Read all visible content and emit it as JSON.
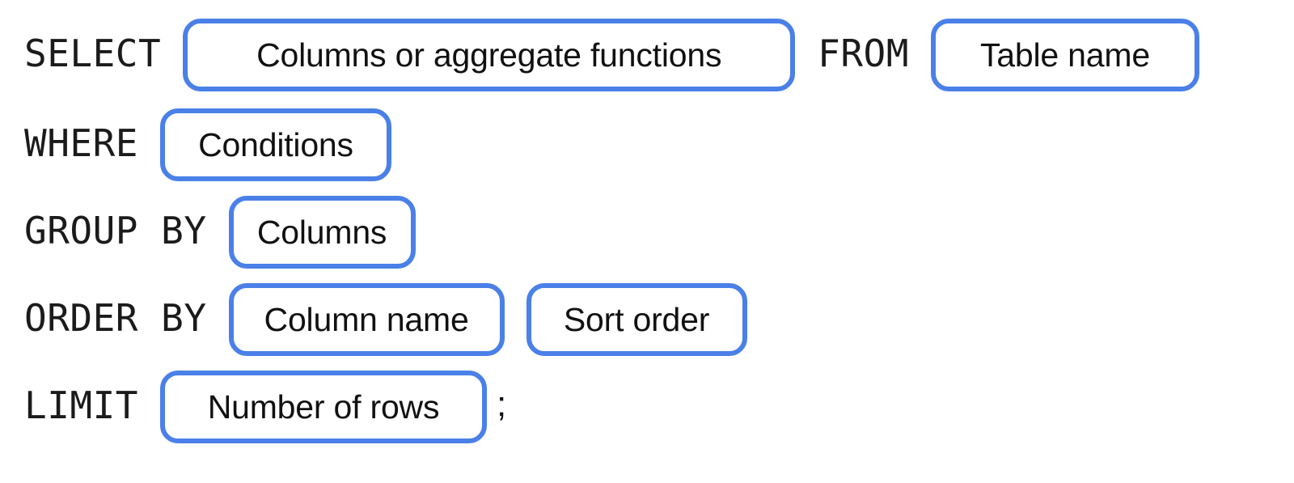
{
  "diagram": {
    "kind": "sql-query-syntax-template",
    "accent_color": "#4a80e8",
    "text_color": "#111111",
    "background_color": "#ffffff",
    "statement_terminator": ";"
  },
  "clauses": [
    {
      "keyword": "SELECT",
      "slots": [
        {
          "label": "Columns or aggregate functions"
        }
      ]
    },
    {
      "keyword": "FROM",
      "slots": [
        {
          "label": "Table name"
        }
      ]
    },
    {
      "keyword": "WHERE",
      "slots": [
        {
          "label": "Conditions"
        }
      ]
    },
    {
      "keyword": "GROUP BY",
      "slots": [
        {
          "label": "Columns"
        }
      ]
    },
    {
      "keyword": "ORDER BY",
      "slots": [
        {
          "label": "Column name"
        },
        {
          "label": "Sort order"
        }
      ]
    },
    {
      "keyword": "LIMIT",
      "slots": [
        {
          "label": "Number of rows"
        }
      ]
    }
  ]
}
